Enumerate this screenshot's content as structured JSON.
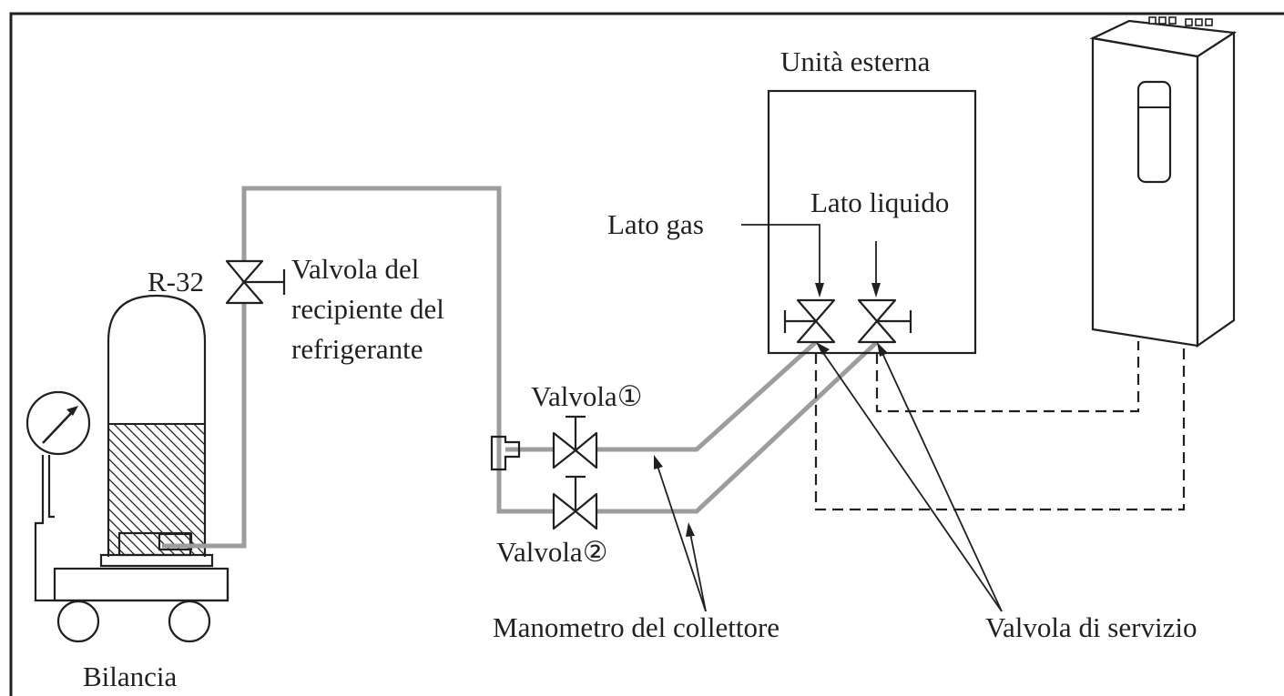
{
  "labels": {
    "outdoor_unit": "Unità esterna",
    "gas_side": "Lato gas",
    "liquid_side": "Lato liquido",
    "refrigerant": "R-32",
    "container_valve_line1": "Valvola del",
    "container_valve_line2": "recipiente del",
    "container_valve_line3": "refrigerante",
    "valve1": "Valvola①",
    "valve2": "Valvola②",
    "manifold_gauge": "Manometro del collettore",
    "service_valve": "Valvola di servizio",
    "scale": "Bilancia"
  },
  "colors": {
    "pipe": "#9d9d9d",
    "line": "#231f20",
    "background": "#ffffff"
  }
}
